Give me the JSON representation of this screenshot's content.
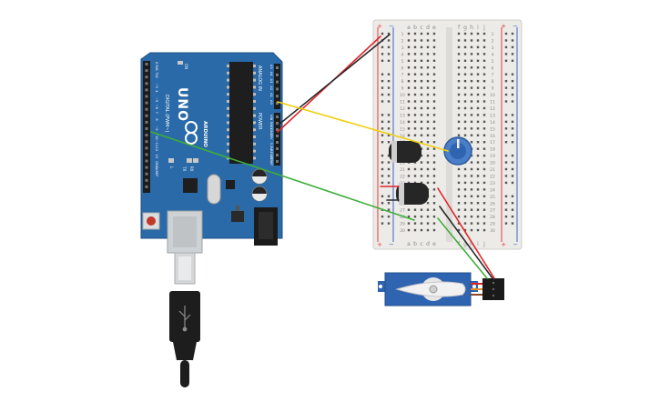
{
  "arduino": {
    "brand": "ARDUINO",
    "model": "UNO",
    "analog_header": "ANALOG IN",
    "power_header": "POWER",
    "digital_header": "DIGITAL (PWM~)",
    "tx_label": "TX",
    "rx_label": "RX",
    "l_label": "L",
    "on_label": "ON",
    "analog_pins": [
      "A5",
      "A4",
      "A3",
      "A2",
      "A1",
      "A0"
    ],
    "power_pins": [
      "VIN",
      "GND",
      "GND",
      "5V",
      "3.3V",
      "RESET",
      "IOREF"
    ],
    "digital_pins": [
      "0 RX",
      "1 TX",
      "2",
      "~3",
      "4",
      "~5",
      "~6",
      "7",
      "8",
      "~9",
      "~10",
      "~11",
      "12",
      "13",
      "GND",
      "AREF"
    ]
  },
  "breadboard": {
    "col_letters_left": [
      "a",
      "b",
      "c",
      "d",
      "e"
    ],
    "col_letters_right": [
      "f",
      "g",
      "h",
      "i",
      "j"
    ],
    "plus_label": "+",
    "minus_label": "−",
    "row_numbers": [
      "1",
      "2",
      "3",
      "4",
      "5",
      "6",
      "7",
      "8",
      "9",
      "10",
      "11",
      "12",
      "13",
      "14",
      "15",
      "16",
      "17",
      "18",
      "19",
      "20",
      "21",
      "22",
      "23",
      "24",
      "25",
      "26",
      "27",
      "28",
      "29",
      "30"
    ]
  },
  "colors": {
    "board": "#2a6aa8",
    "board_edge": "#1f5284",
    "wire_red": "#e0262a",
    "wire_black": "#2a2a2a",
    "wire_yellow": "#f0cf0a",
    "wire_green": "#3fae3a",
    "servo": "#2f64b0",
    "pot": "#3c73c0",
    "rail_red": "#e43b3b",
    "rail_blue": "#3b63c8"
  }
}
